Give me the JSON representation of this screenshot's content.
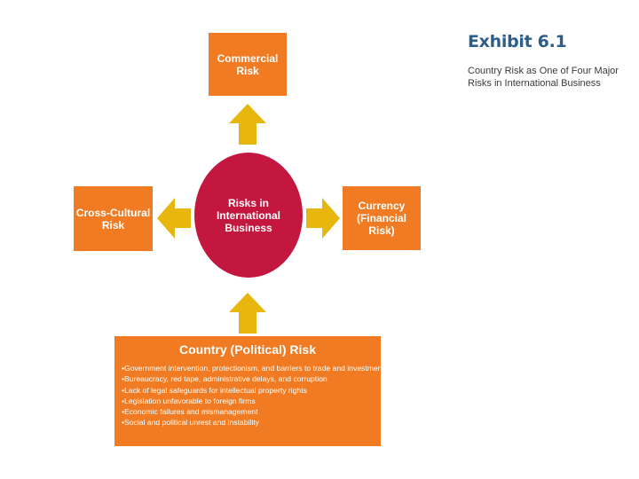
{
  "diagram": {
    "center": "Risks in\nInternational\nBusiness",
    "top_box": "Commercial\nRisk",
    "left_box": "Cross-Cultural\nRisk",
    "right_box": "Currency\n(Financial Risk)",
    "country_risk": {
      "title": "Country (Political) Risk",
      "items": [
        "Government intervention, protectionism, and barriers to trade and investment",
        "Bureaucracy, red tape, administrative delays, and corruption",
        "Lack of legal safeguards for intellectual property rights",
        "Legislation unfavorable to foreign firms",
        "Economic failures and mismanagement",
        "Social and political unrest and instability"
      ]
    }
  },
  "exhibit": {
    "title": "Exhibit 6.1",
    "subtitle": "Country Risk as One of Four Major Risks in International Business"
  },
  "colors": {
    "box_orange": "#f07b22",
    "center_crimson": "#c3173f",
    "arrow_yellow": "#e8b70e",
    "title_blue": "#2d5d8a"
  }
}
